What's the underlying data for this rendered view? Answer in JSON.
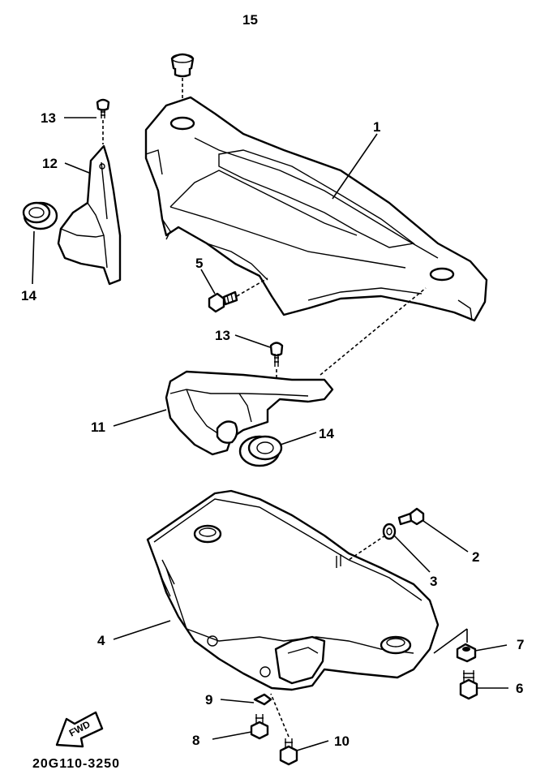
{
  "diagram": {
    "drawing_code": "20G110-3250",
    "fwd_label": "FWD",
    "callouts": [
      {
        "id": "1",
        "label": "1"
      },
      {
        "id": "2",
        "label": "2"
      },
      {
        "id": "3",
        "label": "3"
      },
      {
        "id": "4",
        "label": "4"
      },
      {
        "id": "5",
        "label": "5"
      },
      {
        "id": "6",
        "label": "6"
      },
      {
        "id": "7",
        "label": "7"
      },
      {
        "id": "8",
        "label": "8"
      },
      {
        "id": "9",
        "label": "9"
      },
      {
        "id": "10",
        "label": "10"
      },
      {
        "id": "11",
        "label": "11"
      },
      {
        "id": "12",
        "label": "12"
      },
      {
        "id": "13a",
        "label": "13"
      },
      {
        "id": "13b",
        "label": "13"
      },
      {
        "id": "14a",
        "label": "14"
      },
      {
        "id": "14b",
        "label": "14"
      },
      {
        "id": "15",
        "label": "15"
      }
    ]
  }
}
